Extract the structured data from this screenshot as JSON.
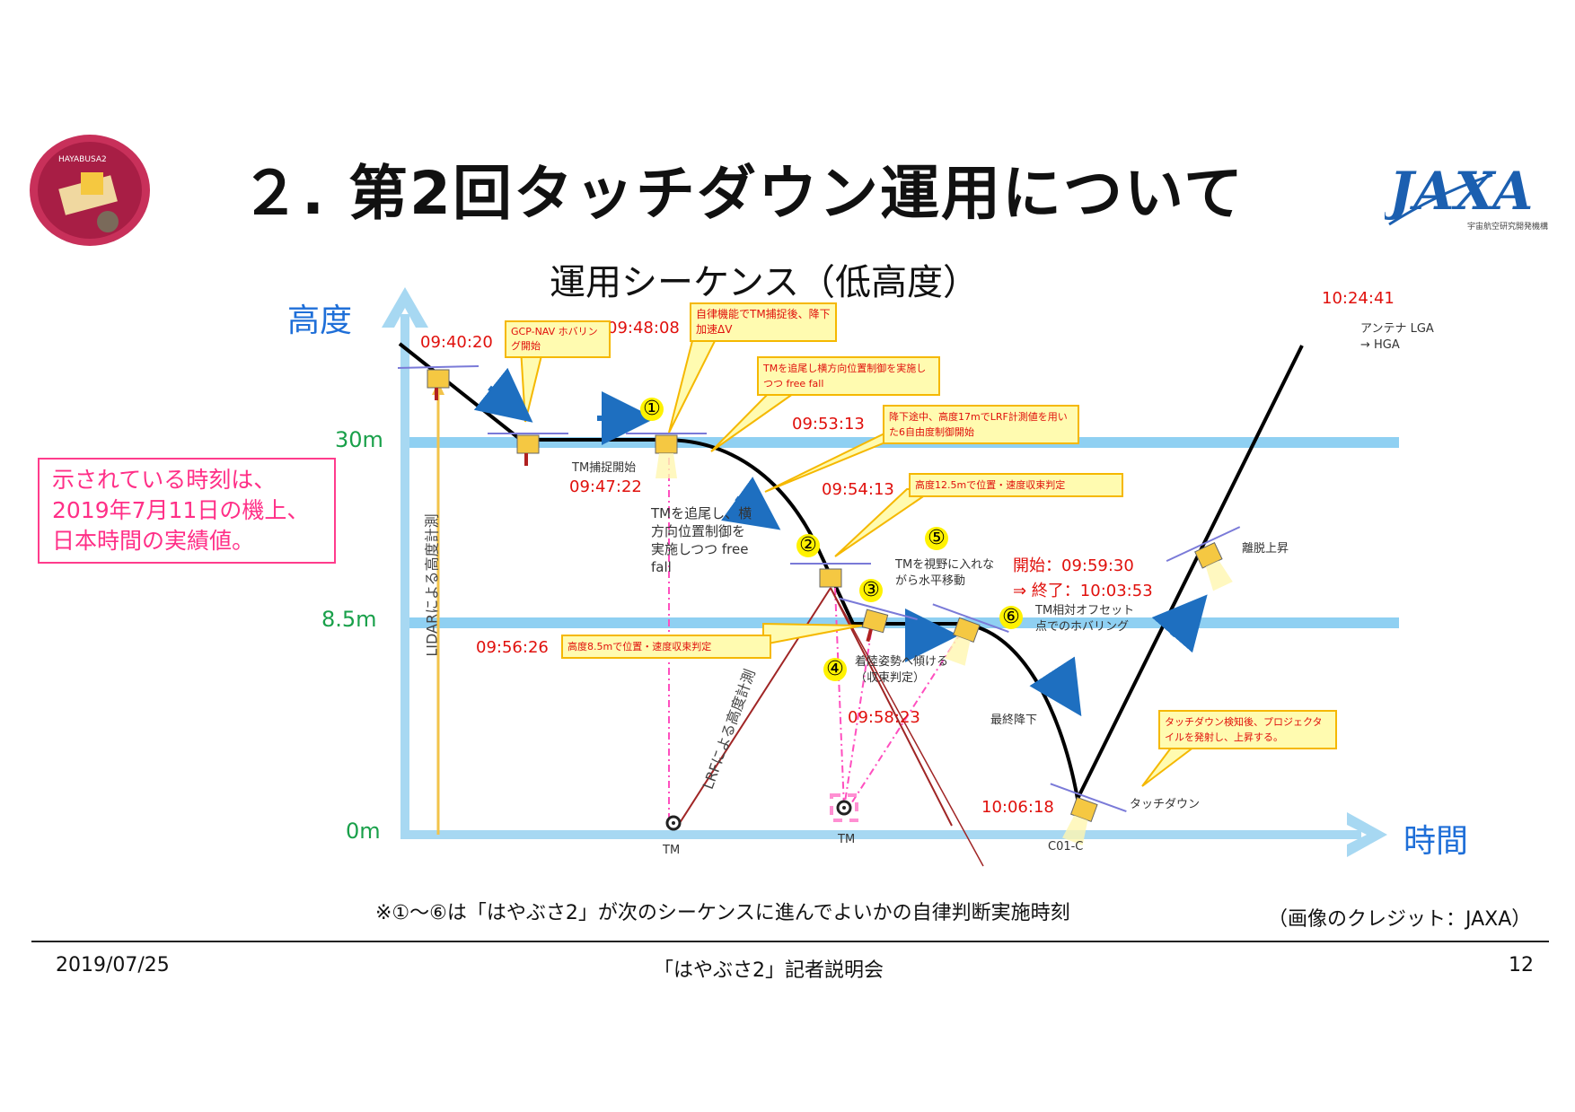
{
  "header": {
    "title": "２. 第2回タッチダウン運用について",
    "mission_logo_text": "HAYABUSA2",
    "agency_logo_text": "JAXA",
    "agency_logo_sub": "宇宙航空研究開発機構"
  },
  "diagram": {
    "subtitle": "運用シーケンス（低高度）",
    "y_axis_label": "高度",
    "x_axis_label": "時間",
    "altitudes": [
      "30m",
      "8.5m",
      "0m"
    ],
    "note": "示されている時刻は、2019年7月11日の機上、日本時間の実績値。",
    "lidar_label": "LIDARによる高度計測",
    "lrf_label": "LRFによる高度計測",
    "times": {
      "t1": "09:40:20",
      "t2": "09:48:08",
      "t3": "09:47:22",
      "t4": "09:53:13",
      "t5": "09:54:13",
      "t6": "09:56:26",
      "t7": "09:58:23",
      "t8": "10:06:18",
      "t9": "10:24:41",
      "t10_start": "開始：09:59:30",
      "t10_end": "⇒ 終了：10:03:53"
    },
    "callouts": {
      "c1": "GCP-NAV ホバリング開始",
      "c2": "自律機能でTM捕捉後、降下加速ΔV",
      "c3": "TMを追尾し横方向位置制御を実施しつつ free fall",
      "c4": "降下途中、高度17mでLRF計測値を用いた6自由度制御開始",
      "c5": "高度12.5mで位置・速度収束判定",
      "c6": "高度8.5mで位置・速度収束判定",
      "c7": "タッチダウン検知後、プロジェクタイルを発射し、上昇する。"
    },
    "labels": {
      "tm_capture": "TM捕捉開始",
      "tm_track": "TMを追尾し、横方向位置制御を実施しつつ free fall",
      "step5": "TMを視野に入れながら水平移動",
      "step6": "TM相対オフセット点でのホバリング",
      "step4": "着陸姿勢へ傾ける（収束判定）",
      "final_descent": "最終降下",
      "touchdown": "タッチダウン",
      "ascent": "離脱上昇",
      "antenna": "アンテナ LGA → HGA",
      "tm1": "TM",
      "tm2": "TM",
      "c01c": "C01-C"
    },
    "steps": [
      "①",
      "②",
      "③",
      "④",
      "⑤",
      "⑥"
    ]
  },
  "footnote": "※①～⑥は「はやぶさ2」が次のシーケンスに進んでよいかの自律判断実施時刻",
  "credit": "（画像のクレジット：JAXA）",
  "footer": {
    "date": "2019/07/25",
    "event": "「はやぶさ2」記者説明会",
    "page": "12"
  },
  "colors": {
    "axis": "#a7d8f2",
    "altitude_band": "#8fd0f2",
    "red_time": "#e0100c",
    "callout_fill": "#fffbb0",
    "callout_border": "#f5b800",
    "step_circle": "#fff200",
    "note_border": "#ff3c8c",
    "arrow_blue": "#1e6fc0"
  }
}
